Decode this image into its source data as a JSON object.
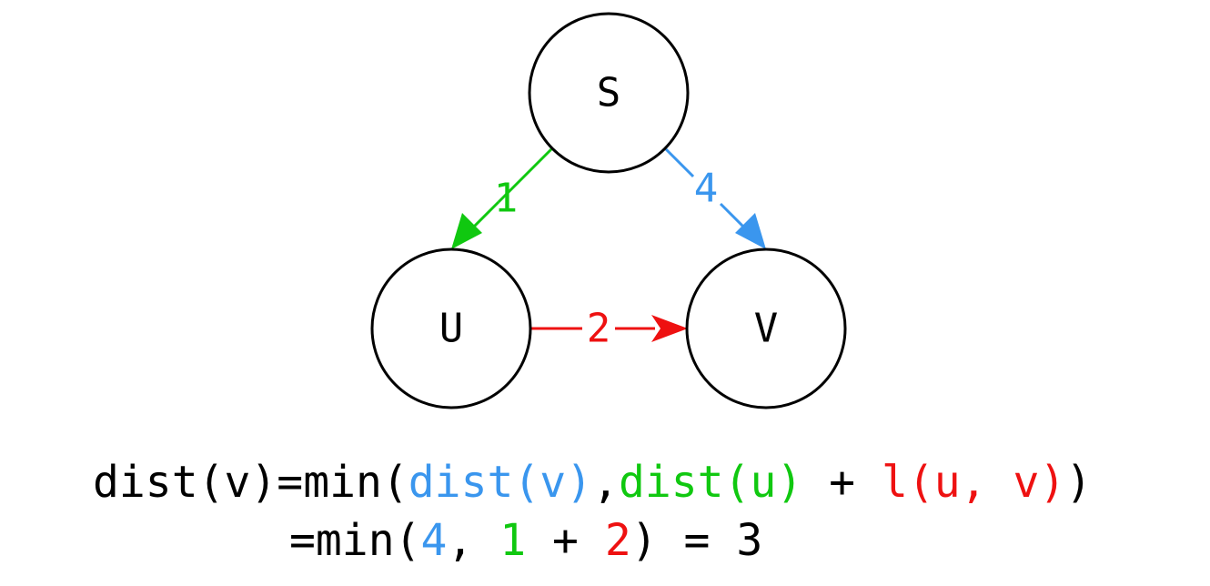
{
  "colors": {
    "blue": "#3a96ee",
    "green": "#10c810",
    "red": "#ee1111",
    "black": "#000000"
  },
  "nodes": {
    "s": "S",
    "u": "U",
    "v": "V"
  },
  "edges": {
    "s_u": "1",
    "s_v": "4",
    "u_v": "2"
  },
  "formula": {
    "line1": {
      "lhs": "dist(v)=min(",
      "term_blue": "dist(v)",
      "comma": ",",
      "term_green": "dist(u)",
      "plus": " + ",
      "term_red": "l(u, v)",
      "close_paren": ")"
    },
    "line2": {
      "prefix": "=min(",
      "val_blue": "4",
      "comma": ", ",
      "val_green": "1",
      "plus": " + ",
      "val_red": "2",
      "suffix": ") = 3"
    }
  }
}
